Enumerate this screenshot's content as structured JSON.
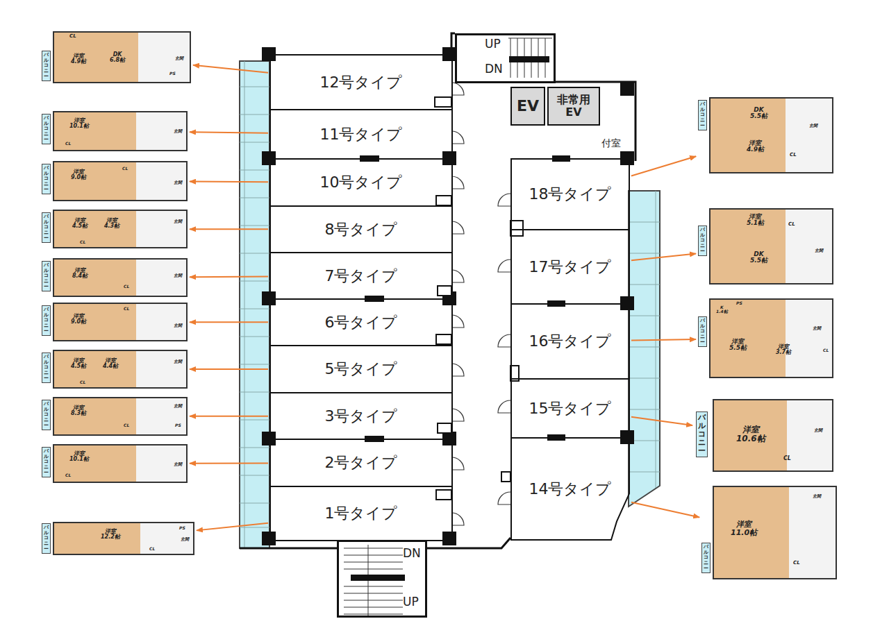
{
  "diagram": {
    "nodes": [
      {
        "text": [
          "CL",
          "バルコニー",
          "洋室 4.9帖",
          "DK 6.8帖",
          "玄関",
          "PS"
        ]
      },
      {
        "text": [
          "洋室 10.1帖",
          "バルコニー",
          "玄関",
          "CL"
        ]
      },
      {
        "text": [
          "洋室 9.0帖",
          "CL",
          "バルコニー",
          "玄関"
        ]
      },
      {
        "text": [
          "洋室 4.5帖",
          "洋室 4.3帖",
          "バルコニー",
          "玄関",
          "CL"
        ]
      },
      {
        "text": [
          "洋室 8.4帖",
          "バルコニー",
          "CL",
          "玄関"
        ]
      },
      {
        "text": [
          "CL",
          "洋室 9.0帖",
          "バルコニー",
          "玄関"
        ]
      },
      {
        "text": [
          "洋室 4.5帖",
          "洋室 4.4帖",
          "バルコニー",
          "玄関",
          "CL"
        ]
      },
      {
        "text": [
          "洋室 8.3帖",
          "バルコニー",
          "玄関",
          "CL",
          "PS"
        ]
      },
      {
        "text": [
          "洋室 10.1帖",
          "バルコニー",
          "玄関",
          "CL"
        ]
      },
      {
        "text": [
          "洋室 12.2帖",
          "バルコニー",
          "PS",
          "玄関",
          "CL"
        ]
      },
      {
        "text": [
          "12号タイプ"
        ]
      },
      {
        "text": [
          "11号タイプ"
        ]
      },
      {
        "text": [
          "10号タイプ"
        ]
      },
      {
        "text": [
          "8号タイプ"
        ]
      },
      {
        "text": [
          "7号タイプ"
        ]
      },
      {
        "text": [
          "6号タイプ"
        ]
      },
      {
        "text": [
          "5号タイプ"
        ]
      },
      {
        "text": [
          "3号タイプ"
        ]
      },
      {
        "text": [
          "2号タイプ"
        ]
      },
      {
        "text": [
          "1号タイプ"
        ]
      },
      {
        "text": [
          "UP",
          "DN"
        ]
      },
      {
        "text": [
          "EV"
        ]
      },
      {
        "text": [
          "非常用 EV"
        ]
      },
      {
        "text": [
          "18号タイプ"
        ]
      },
      {
        "text": [
          "17号タイプ"
        ]
      },
      {
        "text": [
          "16号タイプ"
        ]
      },
      {
        "text": [
          "15号タイプ"
        ]
      },
      {
        "text": [
          "14号タイプ"
        ]
      },
      {
        "text": [
          "DK 5.5帖",
          "バルコニー",
          "玄関",
          "洋室 4.9帖",
          "CL"
        ]
      },
      {
        "text": [
          "洋室 5.1帖",
          "CL",
          "バルコニー",
          "玄関",
          "DK 5.5帖"
        ]
      },
      {
        "text": [
          "K 1.4帖",
          "PS",
          "玄関",
          "バルコニー",
          "洋室 5.5帖",
          "洋室 3.7帖",
          "CL"
        ]
      },
      {
        "text": [
          "バルコニー",
          "洋室 10.6帖",
          "玄関",
          "CL"
        ]
      },
      {
        "text": [
          "玄関",
          "洋室 11.0帖",
          "バルコニー",
          "CL"
        ]
      },
      {
        "text": [
          "DN",
          "UP"
        ]
      }
    ],
    "edges": [
      {
        "from": 10,
        "to": 0,
        "arrow": "to"
      },
      {
        "from": 11,
        "to": 1,
        "arrow": "to"
      },
      {
        "from": 12,
        "to": 2,
        "arrow": "to"
      },
      {
        "from": 13,
        "to": 3,
        "arrow": "to"
      },
      {
        "from": 14,
        "to": 4,
        "arrow": "to"
      },
      {
        "from": 15,
        "to": 5,
        "arrow": "to"
      },
      {
        "from": 16,
        "to": 6,
        "arrow": "to"
      },
      {
        "from": 17,
        "to": 7,
        "arrow": "to"
      },
      {
        "from": 18,
        "to": 8,
        "arrow": "to"
      },
      {
        "from": 19,
        "to": 9,
        "arrow": "to"
      },
      {
        "from": 23,
        "to": 28,
        "arrow": "to"
      },
      {
        "from": 24,
        "to": 29,
        "arrow": "to"
      },
      {
        "from": 25,
        "to": 30,
        "arrow": "to"
      },
      {
        "from": 26,
        "to": 31,
        "arrow": "to"
      },
      {
        "from": 27,
        "to": 32,
        "arrow": "to"
      }
    ],
    "labels": [
      "付室"
    ]
  }
}
